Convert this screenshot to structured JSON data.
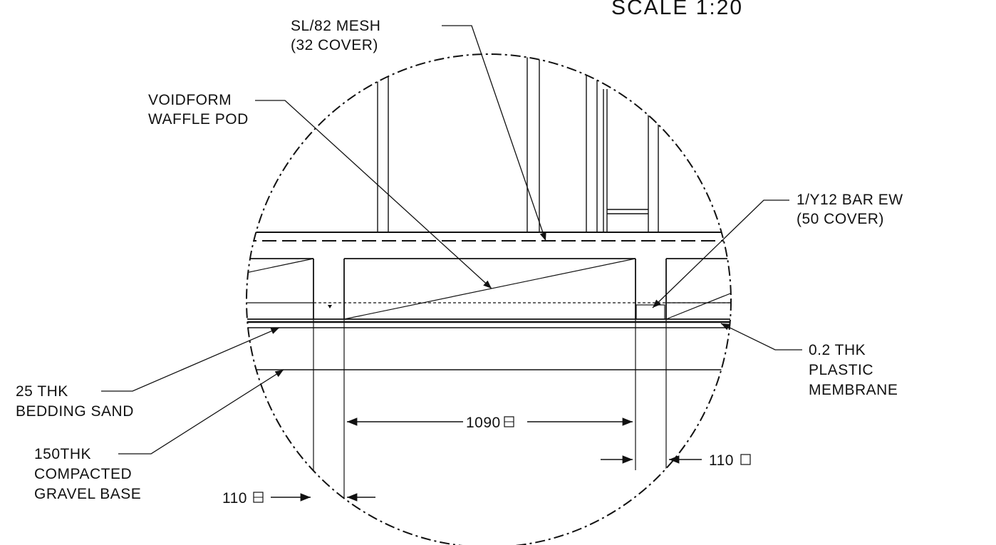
{
  "scale_text": "SCALE 1:20",
  "labels": {
    "sl82_mesh": [
      "SL/82 MESH",
      "(32 COVER)"
    ],
    "voidform": [
      "VOIDFORM",
      "WAFFLE POD"
    ],
    "y12_bar": [
      "1/Y12 BAR EW",
      "(50 COVER)"
    ],
    "plastic_membrane": [
      "0.2 THK",
      "PLASTIC",
      "MEMBRANE"
    ],
    "bedding_sand": [
      "25 THK",
      "BEDDING SAND"
    ],
    "gravel_base": [
      "150THK",
      "COMPACTED",
      "GRAVEL BASE"
    ]
  },
  "dimensions": {
    "pod_width": "1090",
    "rib_right": "110",
    "rib_left": "110"
  },
  "colors": {
    "ink": "#111111",
    "background": "#ffffff"
  }
}
